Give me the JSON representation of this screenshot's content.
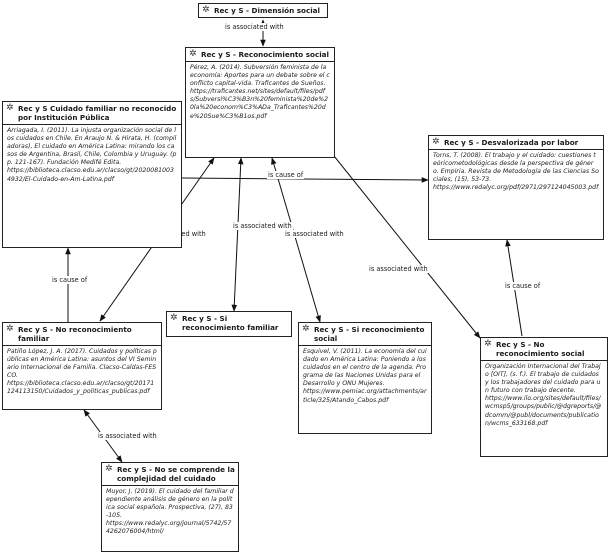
{
  "nodes": {
    "dimension": {
      "title": "Rec y S - Dimensión social"
    },
    "reconocimiento": {
      "title": "Rec y S - Reconocimiento social",
      "body": "Pérez, A. (2014). Subversión feminista de la economía: Aportes para un debate sobre el conflicto capital-vida. Traficantes de Sueños.\nhttps://traficantes.net/sites/default/files/pdfs/Subversi%C3%B3n%20feminista%20de%20la%20econom%C3%ADa_Traficantes%20de%20Sue%C3%B1os.pdf"
    },
    "cuidado_familiar": {
      "title": "Rec y S Cuidado familiar no reconocido por Institución Pública",
      "body": "Arriagada, I. (2011). La injusta organización social de los cuidados en Chile. En Araujo N. & Hirata, H. (compiladoras), El cuidado en América Latina: mirando los casos de Argentina, Brasil, Chile, Colombia y Uruguay. (pp. 121-167). Fundación Medifé Edita.\nhttps://biblioteca.clacso.edu.ar/clacso/gt/20200810034932/El-Cuidado-en-Am-Latina.pdf"
    },
    "desvalorizada": {
      "title": "Rec y S - Desvalorizada por labor",
      "body": "Torns, T. (2008). El trabajo y el cuidado: cuestiones teóricometodológicas desde la perspectiva de género. Empiria. Revista de Metodología de las Ciencias Sociales, (15), 53-73.\nhttps://www.redalyc.org/pdf/2971/297124045003.pdf"
    },
    "no_rec_familiar": {
      "title": "Rec y S - No reconocimiento familiar",
      "body": "Patiño López, J. A. (2017). Cuidados y políticas públicas en América Latina: asuntos del VI Seminario Internacional de Familia. Clacso-Caldas-FESCO.\nhttps://biblioteca.clacso.edu.ar/clacso/gt/20171124113150/Cuidados_y_politicas_publicas.pdf"
    },
    "si_rec_familiar": {
      "title": "Rec y S - Si reconocimiento familiar"
    },
    "si_rec_social": {
      "title": "Rec y S - Si reconocimiento social",
      "body": "Esquivel, V. (2011). La economía del cuidado en América Latina: Poniendo a los cuidados en el centro de la agenda. Programa de las Naciones Unidas para el Desarrollo y ONU Mujeres.\nhttps://www.pemiac.org/attachments/article/325/Atando_Cabos.pdf"
    },
    "no_rec_social": {
      "title": "Rec y S - No reconocimiento social",
      "body": "Organización Internacional del Trabajo [OIT], (s. f.). El trabajo de cuidados y los trabajadores del cuidado para un futuro con trabajo decente.\nhttps://www.ilo.org/sites/default/files/wcmsp5/groups/public/@dgreports/@dcomm/@publ/documents/publication/wcms_633168.pdf"
    },
    "complejidad": {
      "title": "Rec y S - No se comprende la complejidad del cuidado",
      "body": "Muyor, J. (2019). El cuidado del familiar dependiente análisis de género en la política social española. Prospectiva, (27), 83-105.\nhttps://www.redalyc.org/journal/5742/574262076004/html/"
    }
  },
  "relations": {
    "assoc": "is associated with",
    "cause": "is cause of"
  },
  "icon": "concept-icon"
}
